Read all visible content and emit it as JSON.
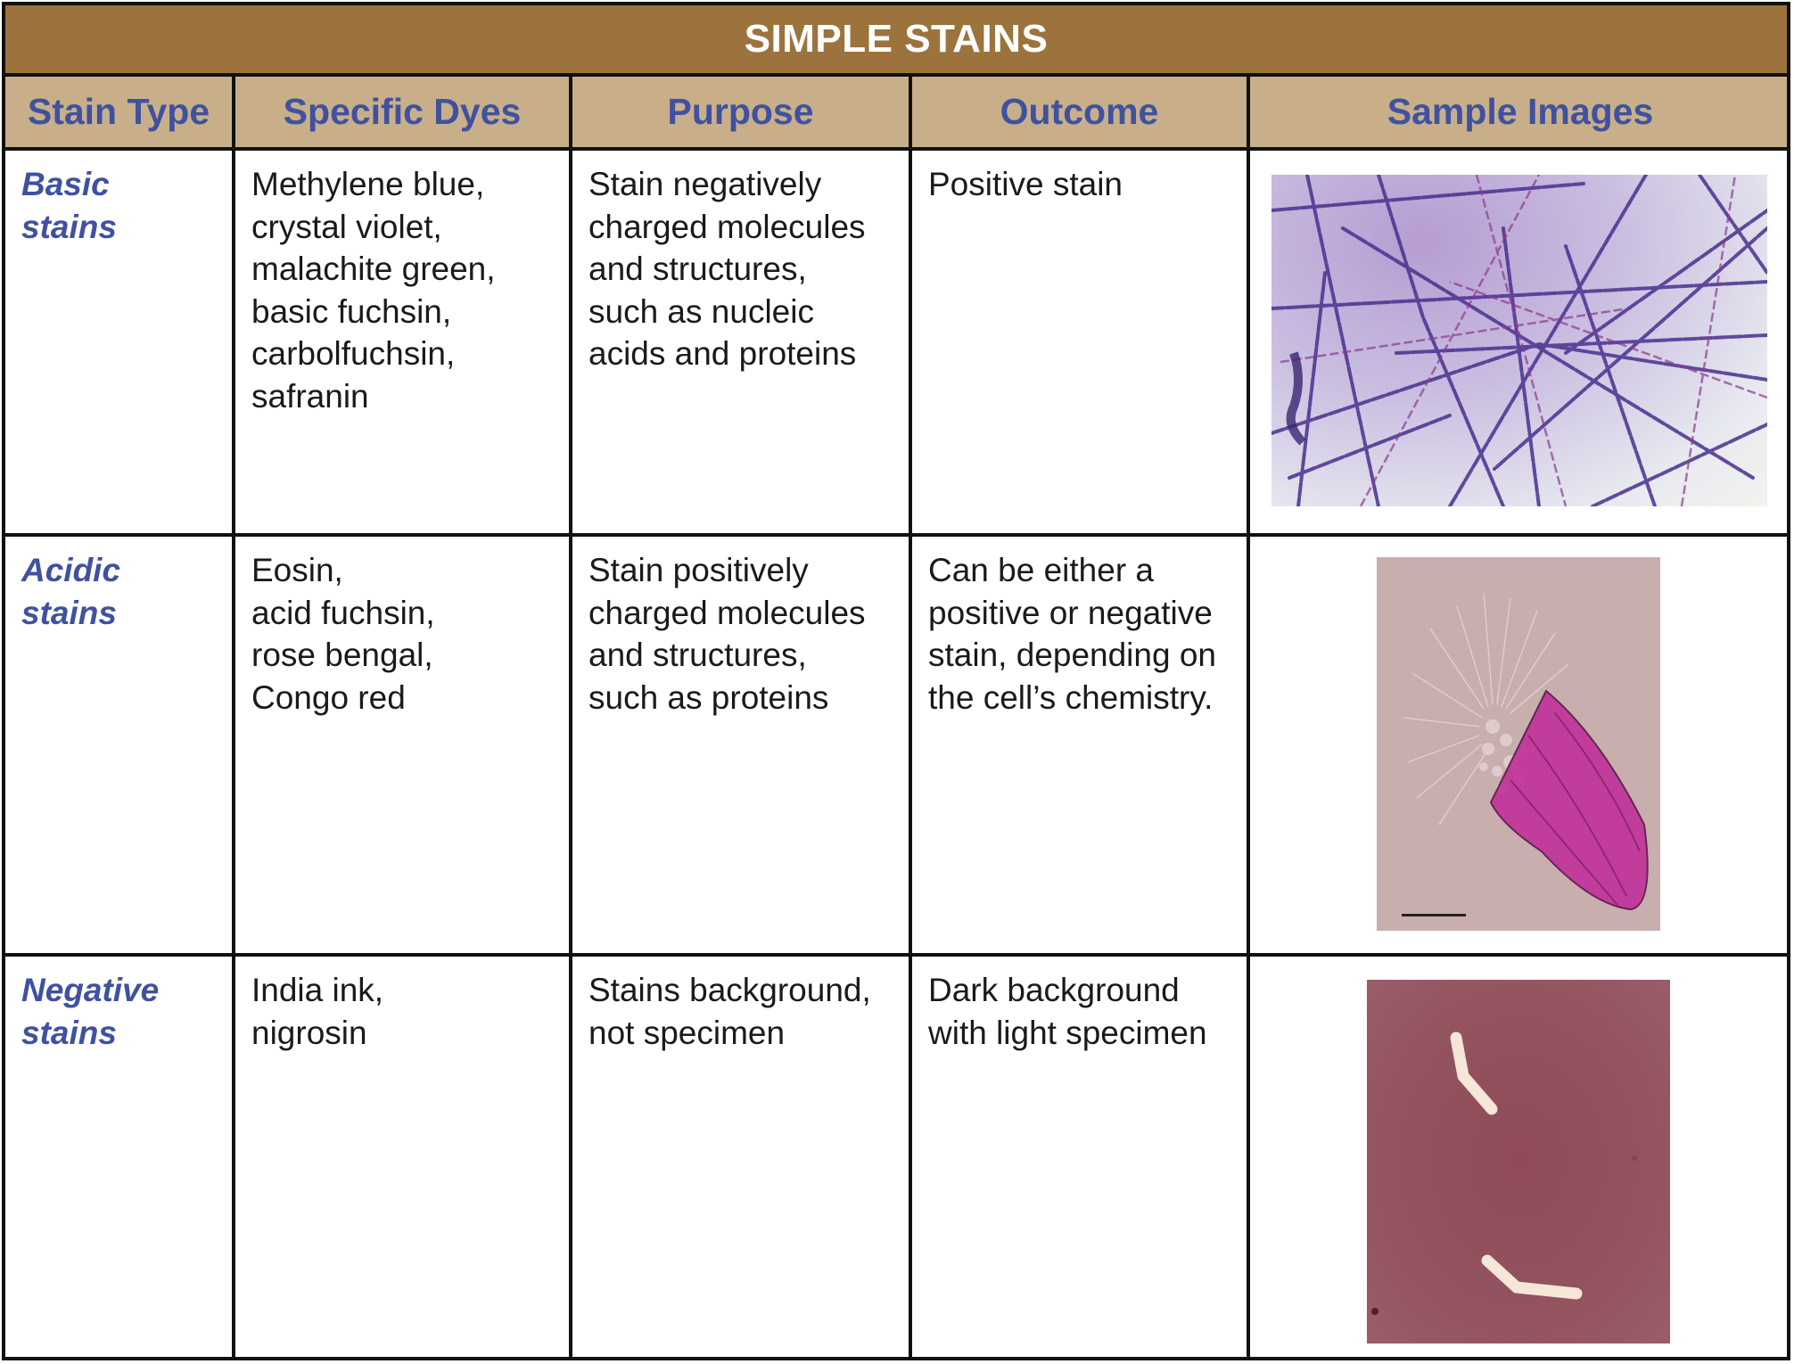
{
  "table": {
    "title": "SIMPLE STAINS",
    "colors": {
      "title_bg": "#9C733D",
      "title_text": "#FFFFFF",
      "header_bg": "#C8AF8A",
      "header_text": "#3F51A0",
      "stain_type_text": "#3F51A0",
      "body_text": "#1A1A1A",
      "border": "#111111"
    },
    "columns": [
      "Stain Type",
      "Specific Dyes",
      "Purpose",
      "Outcome",
      "Sample Images"
    ],
    "rows": [
      {
        "stain_type": [
          "Basic",
          "stains"
        ],
        "specific_dyes": [
          "Methylene blue,",
          "crystal violet,",
          "malachite green,",
          "basic fuchsin,",
          "carbolfuchsin,",
          "safranin"
        ],
        "purpose": [
          "Stain negatively",
          "charged molecules",
          "and structures,",
          "such as nucleic",
          "acids and proteins"
        ],
        "outcome": [
          "Positive stain"
        ],
        "sample_image": "micrograph-purple-stained-filamentous-bacteria"
      },
      {
        "stain_type": [
          "Acidic",
          "stains"
        ],
        "specific_dyes": [
          "Eosin,",
          "acid fuchsin,",
          "rose bengal,",
          "Congo red"
        ],
        "purpose": [
          "Stain positively",
          "charged molecules",
          "and structures,",
          "such as proteins"
        ],
        "outcome": [
          "Can be either a",
          "positive or negative",
          "stain, depending on",
          "the cell’s chemistry."
        ],
        "sample_image": "micrograph-pink-stained-ciliate-with-scale-bar"
      },
      {
        "stain_type": [
          "Negative",
          "stains"
        ],
        "specific_dyes": [
          "India ink,",
          "nigrosin"
        ],
        "purpose": [
          "Stains background,",
          "not specimen"
        ],
        "outcome": [
          "Dark background",
          "with light specimen"
        ],
        "sample_image": "micrograph-light-bacteria-on-dark-red-background"
      }
    ]
  }
}
